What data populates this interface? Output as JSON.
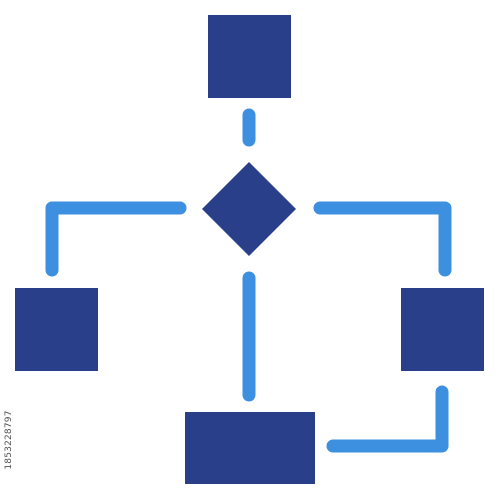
{
  "diagram": {
    "colors": {
      "node_fill": "#293f8a",
      "connector": "#3d8fe0",
      "background": "#ffffff"
    },
    "side_stamp": "1853228797",
    "nodes": [
      {
        "id": "top-process",
        "shape": "square"
      },
      {
        "id": "decision",
        "shape": "diamond"
      },
      {
        "id": "left-process",
        "shape": "square"
      },
      {
        "id": "right-process",
        "shape": "square"
      },
      {
        "id": "bottom-process",
        "shape": "rectangle"
      }
    ],
    "connectors": [
      {
        "from": "top-process",
        "to": "decision"
      },
      {
        "from": "decision",
        "to": "left-process"
      },
      {
        "from": "decision",
        "to": "right-process"
      },
      {
        "from": "decision",
        "to": "bottom-process"
      },
      {
        "from": "right-process",
        "to": "bottom-process"
      }
    ]
  }
}
